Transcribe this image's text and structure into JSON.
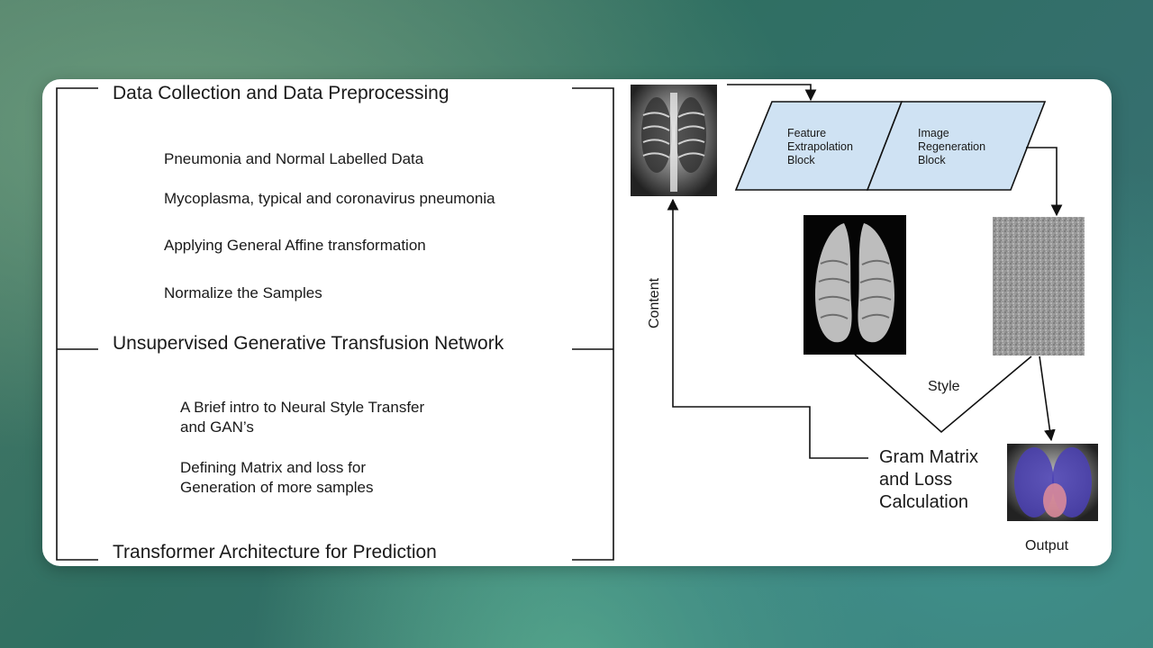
{
  "outline": {
    "section1": {
      "title": "Data Collection and Data Preprocessing",
      "items": [
        "Pneumonia and Normal Labelled Data",
        "Mycoplasma, typical and coronavirus pneumonia",
        "Applying General Affine transformation",
        "Normalize the Samples"
      ]
    },
    "section2": {
      "title": "Unsupervised Generative Transfusion Network",
      "items": [
        [
          "A Brief intro to Neural Style Transfer",
          "and GAN’s"
        ],
        [
          "Defining Matrix and loss for",
          "Generation of more samples"
        ]
      ]
    },
    "section3": {
      "title": "Transformer Architecture for Prediction"
    }
  },
  "flow": {
    "block1": [
      "Feature",
      "Extrapolation",
      "Block"
    ],
    "block2": [
      "Image",
      "Regeneration",
      "Block"
    ],
    "content_label": "Content",
    "style_label": "Style",
    "gram": [
      "Gram Matrix",
      "and Loss",
      "Calculation"
    ],
    "output_label": "Output",
    "colors": {
      "block_fill": "#cfe2f3",
      "lung_overlay": "#4a3fb5",
      "heart_overlay": "#d98a9a"
    }
  }
}
